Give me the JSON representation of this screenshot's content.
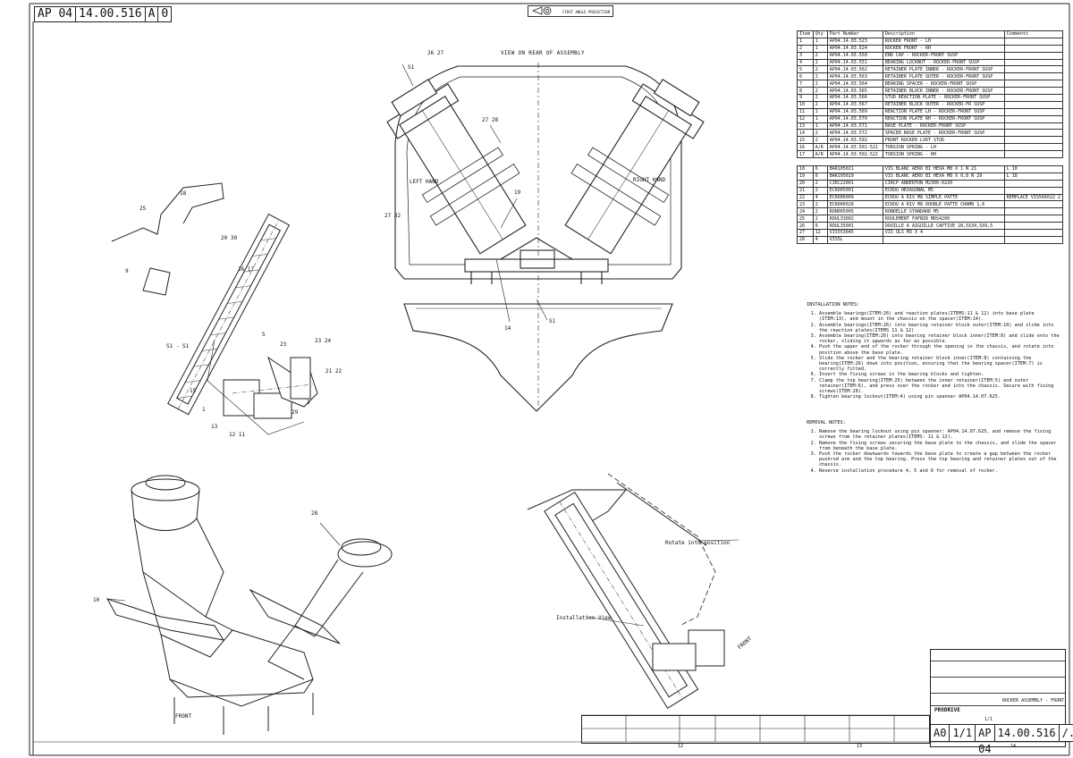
{
  "drawing_number": {
    "prefix": "AP 04",
    "number": "14.00.516",
    "size": "A",
    "rev": "0"
  },
  "projection_label": "FIRST ANGLE PROJECTION",
  "view_title": "VIEW ON REAR OF ASSEMBLY",
  "labels": {
    "left_hand": "LEFT HAND",
    "right_hand": "RIGHT HAND",
    "section": "S1 - S1",
    "s1_a": "S1",
    "s1_b": "S1",
    "rotate": "Rotate into position",
    "install_view": "Installation View",
    "front_a": "FRONT",
    "front_b": "FRONT"
  },
  "balloons": {
    "b2627": "26 27",
    "b2728": "27 28",
    "b19": "19",
    "b2732": "27 32",
    "b14": "14",
    "b25a": "25",
    "b18": "18",
    "b9": "9",
    "b2030": "20 30",
    "b1617": "16 17",
    "b2324": "23 24",
    "b23": "23",
    "b2122": "21 22",
    "b15": "15",
    "b1": "1",
    "b3": "3",
    "b13": "13",
    "b1211": "12 11",
    "b10": "10",
    "b28": "28",
    "b5": "5",
    "b29": "29"
  },
  "parts_table": {
    "headers": [
      "Item",
      "Qty",
      "Part Number",
      "Description",
      "Comments"
    ],
    "rows": [
      [
        "1",
        "1",
        "AP04.14.03.523",
        "ROCKER FRONT - LH",
        ""
      ],
      [
        "2",
        "1",
        "AP04.14.03.524",
        "ROCKER FRONT - RH",
        ""
      ],
      [
        "3",
        "2",
        "AP04.14.03.550",
        "END CAP - ROCKER-FRONT SUSP",
        ""
      ],
      [
        "4",
        "2",
        "AP04.14.03.551",
        "BEARING LOCKNUT - ROCKER-FRONT SUSP",
        ""
      ],
      [
        "5",
        "2",
        "AP04.14.03.562",
        "RETAINER PLATE INNER - ROCKER-FRONT SUSP",
        ""
      ],
      [
        "6",
        "2",
        "AP04.14.03.563",
        "RETAINER PLATE OUTER - ROCKER-FRONT SUSP",
        ""
      ],
      [
        "7",
        "2",
        "AP04.14.03.564",
        "BEARING SPACER - ROCKER-FRONT SUSP",
        ""
      ],
      [
        "8",
        "2",
        "AP04.14.03.565",
        "RETAINER BLOCK INNER - ROCKER-FRONT SUSP",
        ""
      ],
      [
        "9",
        "2",
        "AP04.14.03.566",
        "STUD REACTION PLATE - ROCKER-FRONT SUSP",
        ""
      ],
      [
        "10",
        "2",
        "AP04.14.03.567",
        "RETAINER BLOCK OUTER - ROCKER-FR SUSP",
        ""
      ],
      [
        "11",
        "1",
        "AP04.14.03.569",
        "REACTION PLATE LH - ROCKER-FRONT SUSP",
        ""
      ],
      [
        "12",
        "1",
        "AP04.14.03.570",
        "REACTION PLATE RH - ROCKER-FRONT SUSP",
        ""
      ],
      [
        "13",
        "1",
        "AP04.14.03.571",
        "BASE PLATE - ROCKER-FRONT SUSP",
        ""
      ],
      [
        "14",
        "2",
        "AP04.14.03.572",
        "SPACER BASE PLATE - ROCKER-FRONT SUSP",
        ""
      ],
      [
        "15",
        "2",
        "AP04.14.03.592",
        "FRONT ROCKER LVDT STUD",
        ""
      ],
      [
        "16",
        "A/R",
        "AP04.14.03.501-521",
        "TORSION SPRING - LH",
        ""
      ],
      [
        "17",
        "A/R",
        "AP04.14.03.502-522",
        "TORSION SPRING - RH",
        ""
      ],
      [
        "",
        "",
        "",
        "",
        ""
      ],
      [
        "18",
        "6",
        "BAR105021",
        "VIS BLANC AERO BI HEXA M8 X 1 N 21",
        "L 10"
      ],
      [
        "19",
        "6",
        "BAR105029",
        "VIS BLANC AERO BI HEXA M8 X 0,8 N 29",
        "L 18"
      ],
      [
        "20",
        "2",
        "CIRC22001",
        "CIRCP ANDERTON M2300-0220",
        ""
      ],
      [
        "21",
        "2",
        "ECR005001",
        "ECROU HEXAGONAL M5",
        ""
      ],
      [
        "22",
        "4",
        "ECR006009",
        "ECROU A RIV M8 SIMPLE PATTE",
        "REMPLACE VIS566022 2"
      ],
      [
        "23",
        "2",
        "ECR006028",
        "ECROU A RIV M8 DOUBLE PATTE CHAMB 1,6",
        ""
      ],
      [
        "24",
        "2",
        "RON005005",
        "RONDELLE STANDARD M5",
        ""
      ],
      [
        "25",
        "2",
        "ROUL33002",
        "ROULEMENT FAFNIR MDS4200",
        ""
      ],
      [
        "26",
        "6",
        "ROUL35001",
        "DOUILLE A AIGUILLE CAPTIVE 28,5X34,5X9,5",
        ""
      ],
      [
        "27",
        "12",
        "VIS553045",
        "VIS ULS M3 X 4",
        ""
      ],
      [
        "28",
        "4",
        "VIS5L",
        "",
        ""
      ]
    ]
  },
  "installation_notes": {
    "heading": "INSTALLATION NOTES:",
    "items": [
      "Assemble bearings(ITEM:26) and reaction plates(ITEMS:11 & 12) into base plate (ITEM:13), and mount in the chassis on the spacer(ITEM:14).",
      "Assemble bearings(ITEM:26) into bearing retainer block outer(ITEM:10) and slide into the reaction plates(ITEMS 11 & 12)",
      "Assemble bearing(ITEM:26) into bearing retainer block inner(ITEM:8) and slide onto the rocker, sliding it upwards as far as possible.",
      "Push the upper end of the rocker through the opening in the chassis, and rotate into position above the base plate.",
      "Slide the rocker and the bearing retainer block inner(ITEM:8) containing the bearing(ITEM:26) down into position, ensuring that the bearing spacer(ITEM:7) is correctly fitted.",
      "Insert the fixing screws in the bearing blocks and tighten.",
      "Clamp the top bearing(ITEM:25) between the inner retainer(ITEM:5) and outer retainer(ITEM:6), and press over the rocker and into the chassis. Secure with fixing screws(ITEM:28).",
      "Tighten bearing locknut(ITEM:4) using pin spanner AP04.14.07.625."
    ]
  },
  "removal_notes": {
    "heading": "REMOVAL NOTES:",
    "items": [
      "Remove the bearing locknut using pin spanner: AP04.14.07.625, and remove the fixing screws from the retainer plates(ITEMS: 11 & 12).",
      "Remove the fixing screws securing the base plate to the chassis, and slide the spacer from beneath the base plate.",
      "Push the rocker downwards towards the base plate to create a gap between the rocker pushrod arm and the top bearing. Press the top bearing and retainer plates out of the chassis.",
      "Reverse installation procedure 4, 5 and 6 for removal of rocker."
    ]
  },
  "title_block": {
    "title": "ROCKER ASSEMBLY - FRONT",
    "company": "PRODRIVE",
    "sheet": "1/1",
    "bottom_size": "A0",
    "bottom_sheet": "1/1",
    "bottom_prefix": "AP 04",
    "bottom_number": "14.00.516",
    "bottom_rev": "/."
  },
  "grid_numbers": [
    "12",
    "13",
    "14"
  ]
}
